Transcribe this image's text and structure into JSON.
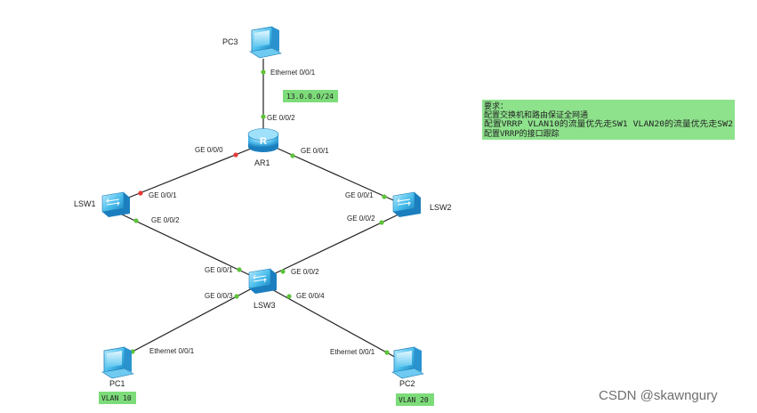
{
  "devices": {
    "pc3": "PC3",
    "ar1": "AR1",
    "lsw1": "LSW1",
    "lsw2": "LSW2",
    "lsw3": "LSW3",
    "pc1": "PC1",
    "pc2": "PC2"
  },
  "ports": {
    "pc3_eth": "Ethernet 0/0/1",
    "ar1_g002": "GE 0/0/2",
    "ar1_g000": "GE 0/0/0",
    "ar1_g001": "GE 0/0/1",
    "lsw1_g001": "GE 0/0/1",
    "lsw1_g002": "GE 0/0/2",
    "lsw2_g001": "GE 0/0/1",
    "lsw2_g002": "GE 0/0/2",
    "lsw3_g001": "GE 0/0/1",
    "lsw3_g002": "GE 0/0/2",
    "lsw3_g003": "GE 0/0/3",
    "lsw3_g004": "GE 0/0/4",
    "pc1_eth": "Ethernet 0/0/1",
    "pc2_eth": "Ethernet 0/0/1"
  },
  "tags": {
    "subnet": "13.0.0.0/24",
    "vlan10": "VLAN 10",
    "vlan20": "VLAN 20"
  },
  "note": {
    "line1": "要求：",
    "line2": "配置交换机和路由保证全网通",
    "line3": "配置VRRP VLAN10的流量优先走SW1 VLAN20的流量优先走SW2",
    "line4": "配置VRRP的接口跟踪"
  },
  "watermark": "CSDN @skawngury",
  "colors": {
    "link": "#222222",
    "port_up": "#5ec23a",
    "port_down": "#e53935",
    "tag_fill": "#7ddc7a",
    "device_blue": "#3fb6ea"
  }
}
